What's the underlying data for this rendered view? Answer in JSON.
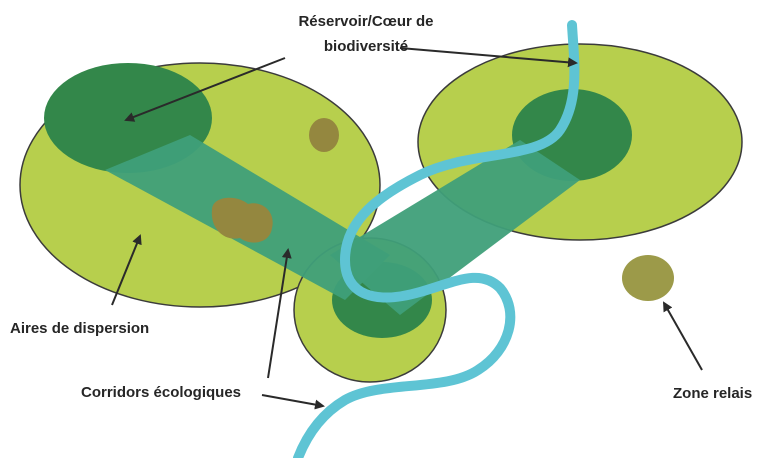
{
  "diagram": {
    "labels": {
      "reservoir_line1": "Réservoir/Cœur de",
      "reservoir_line2": "biodiversité",
      "dispersion": "Aires de dispersion",
      "corridors": "Corridors écologiques",
      "relay": "Zone relais"
    },
    "colors": {
      "dispersion_area": "#b7cf4d",
      "core_reservoir": "#33874a",
      "corridor": "#3f9f79",
      "relay_zone": "#9c9a49",
      "patch": "#94873f",
      "river": "#5ec4d4",
      "outline": "#3b3b3b",
      "arrow": "#2a2a2a"
    }
  }
}
